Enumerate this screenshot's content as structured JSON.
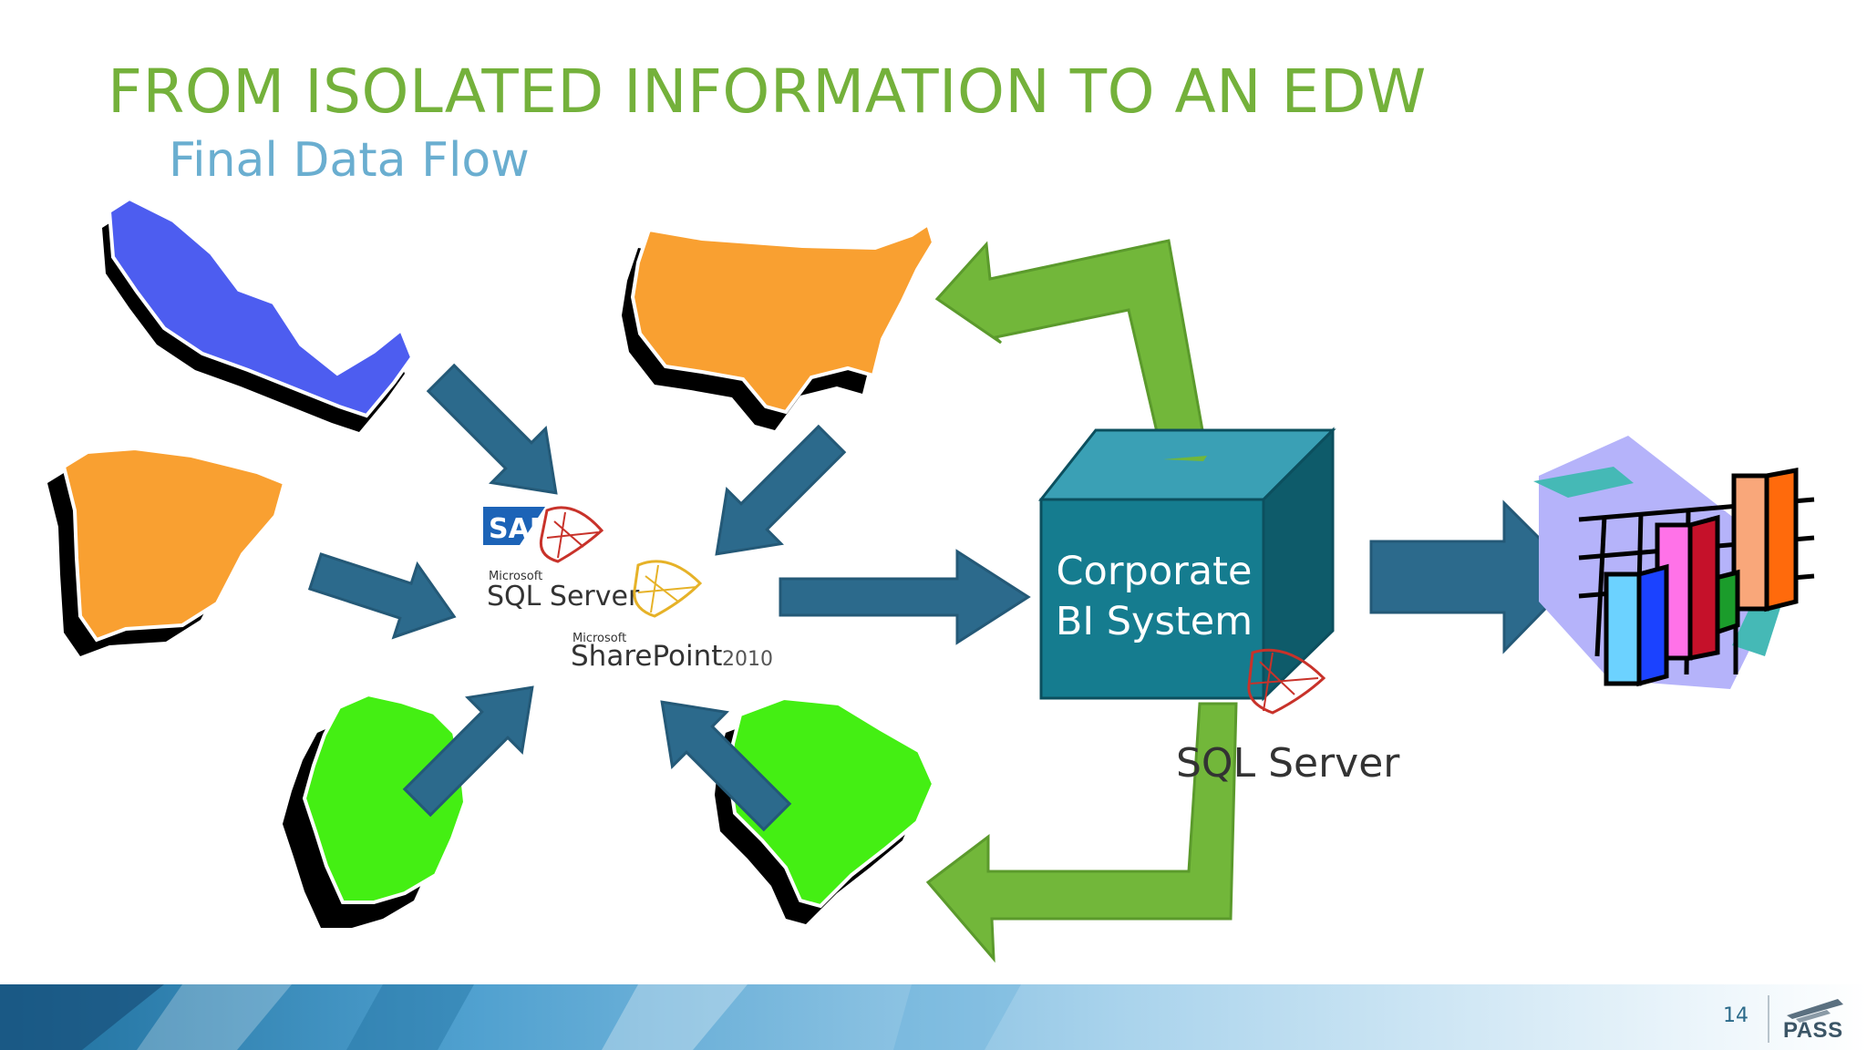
{
  "slide": {
    "title": "FROM ISOLATED INFORMATION TO AN EDW",
    "subtitle": "Final Data Flow",
    "page_number": "14"
  },
  "logos": {
    "sap": "SAP",
    "sql_server_brand": "Microsoft",
    "sql_server": "SQL Server",
    "sharepoint_brand": "Microsoft",
    "sharepoint": "SharePoint",
    "sharepoint_version": "2010",
    "sql_server_bi": "SQL Server",
    "pass": "PASS"
  },
  "bi_box": {
    "line1": "Corporate",
    "line2": "BI System"
  },
  "colors": {
    "title": "#74b13b",
    "subtitle": "#6aaed0",
    "blue_arrow": "#2c6a8c",
    "green_arrow": "#72b73a",
    "bi_box_front": "#157c8f",
    "mexico": "#4d5df0",
    "usa_spain": "#f9a031",
    "germany_brazil": "#44ef13"
  }
}
